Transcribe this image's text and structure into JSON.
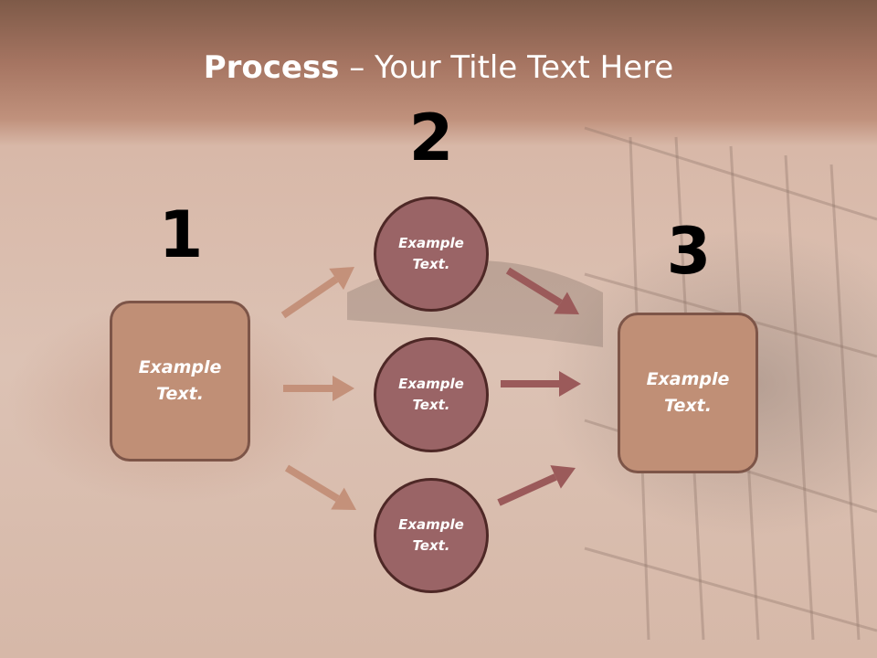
{
  "title": {
    "bold": "Process",
    "rest": " – Your Title Text Here"
  },
  "steps": [
    {
      "number": "1",
      "text_line1": "Example",
      "text_line2": "Text."
    },
    {
      "number": "2"
    },
    {
      "number": "3",
      "text_line1": "Example",
      "text_line2": "Text."
    }
  ],
  "circles": [
    {
      "text_line1": "Example",
      "text_line2": "Text."
    },
    {
      "text_line1": "Example",
      "text_line2": "Text."
    },
    {
      "text_line1": "Example",
      "text_line2": "Text."
    }
  ],
  "colors": {
    "left_arrow": "#c4917a",
    "right_arrow": "#9b5a5a",
    "box_fill": "#c08f76",
    "circle_fill": "#9a6466"
  }
}
